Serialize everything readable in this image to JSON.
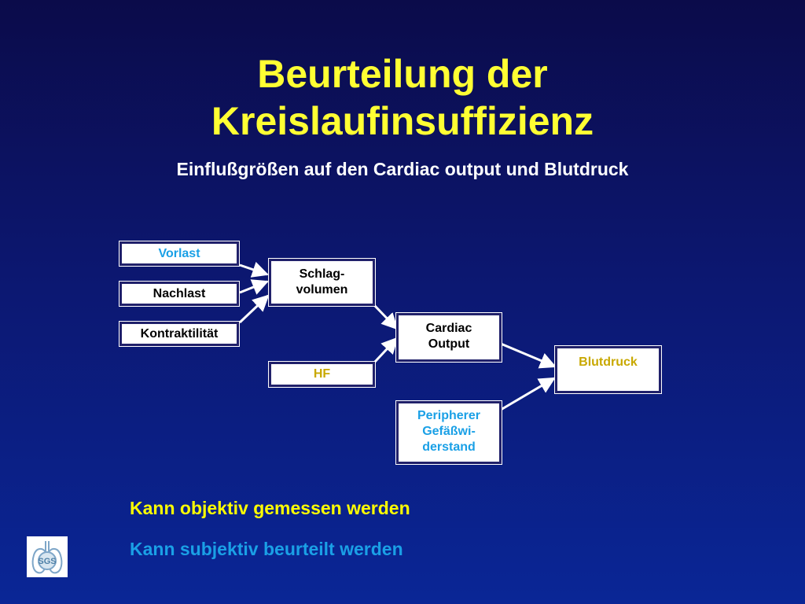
{
  "slide": {
    "title": "Beurteilung der\nKreislaufinsuffizienz",
    "subtitle": "Einflußgrößen auf den Cardiac output und Blutdruck"
  },
  "diagram": {
    "nodes": {
      "vorlast": "Vorlast",
      "nachlast": "Nachlast",
      "kontraktilitaet": "Kontraktilität",
      "schlagvolumen": "Schlag-\nvolumen",
      "hf": "HF",
      "cardiac_output": "Cardiac\nOutput",
      "peripherer_gefaesswiderstand": "Peripherer\nGefäßwi-\nderstand",
      "blutdruck": "Blutdruck"
    },
    "edges": [
      [
        "Vorlast",
        "Schlag-volumen"
      ],
      [
        "Nachlast",
        "Schlag-volumen"
      ],
      [
        "Kontraktilität",
        "Schlag-volumen"
      ],
      [
        "Schlag-volumen",
        "Cardiac Output"
      ],
      [
        "HF",
        "Cardiac Output"
      ],
      [
        "Cardiac Output",
        "Blutdruck"
      ],
      [
        "Peripherer Gefäßwiderstand",
        "Blutdruck"
      ]
    ]
  },
  "legend": {
    "objective": "Kann objektiv gemessen werden",
    "subjective": "Kann subjektiv beurteilt werden"
  },
  "colors": {
    "title": "#ffff33",
    "objective": "#ffff00",
    "subjective": "#1aa0e6",
    "background": "#0c1770"
  },
  "logo": {
    "icon": "lung-logo-icon",
    "text": "SGS"
  }
}
